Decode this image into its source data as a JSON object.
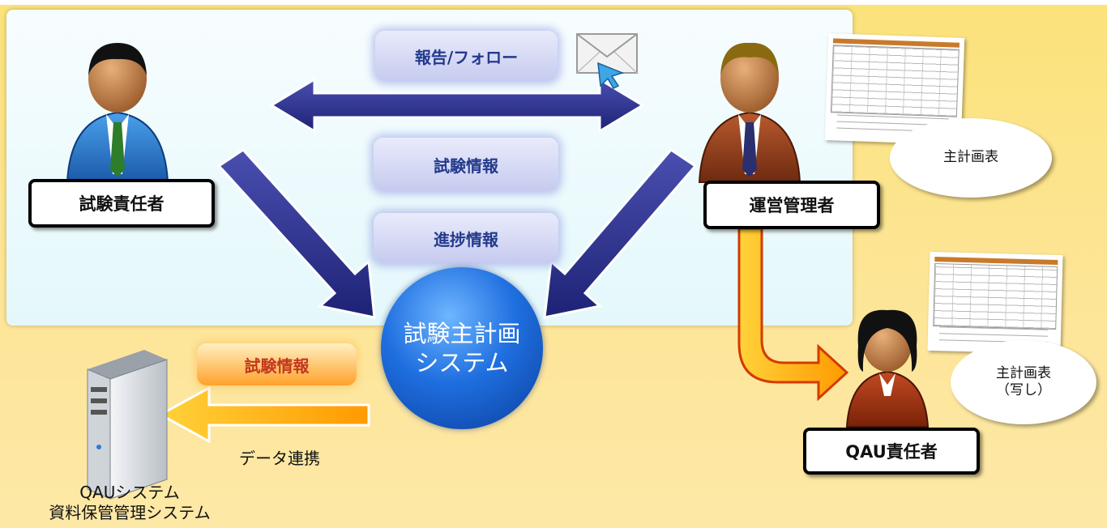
{
  "roles": {
    "study_director": "試験責任者",
    "operations_manager": "運営管理者",
    "qau_manager": "QAU責任者"
  },
  "flows": {
    "report_follow": "報告/フォロー",
    "study_info": "試験情報",
    "progress_info": "進捗情報",
    "study_info_out": "試験情報",
    "data_link": "データ連携"
  },
  "hub": {
    "line1": "試験主計画",
    "line2": "システム"
  },
  "documents": {
    "master_schedule": "主計画表",
    "master_schedule_copy_line1": "主計画表",
    "master_schedule_copy_line2": "（写し）"
  },
  "server": {
    "line1": "QAUシステム",
    "line2": "資料保管管理システム"
  },
  "colors": {
    "navy_arrow": "#2b2f86",
    "orange_arrow": "#ffb400",
    "hub_blue": "#1f6fe0",
    "background": "#fde597"
  },
  "icons": [
    "person-icon",
    "envelope-icon",
    "cursor-icon",
    "spreadsheet-icon",
    "server-icon"
  ]
}
